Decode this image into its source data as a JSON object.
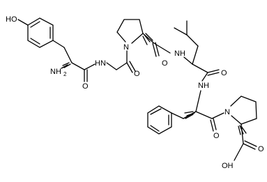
{
  "molecule": {
    "atoms": {
      "tyr_oh": "HO",
      "tyr_nh2": "NH",
      "tyr_nh2_sub": "2",
      "tyr_co": "O",
      "gly_nh": "N",
      "gly_nh_h": "H",
      "gly_co": "O",
      "pro1_n": "N",
      "pro1_co": "O",
      "leu_nh": "N",
      "leu_nh_h": "H",
      "leu_co": "O",
      "phe_nh": "N",
      "phe_nh_h": "H",
      "phe_co": "O",
      "pro2_n": "N",
      "pro2_acid": "OH",
      "pro2_acid_o": "O"
    }
  }
}
